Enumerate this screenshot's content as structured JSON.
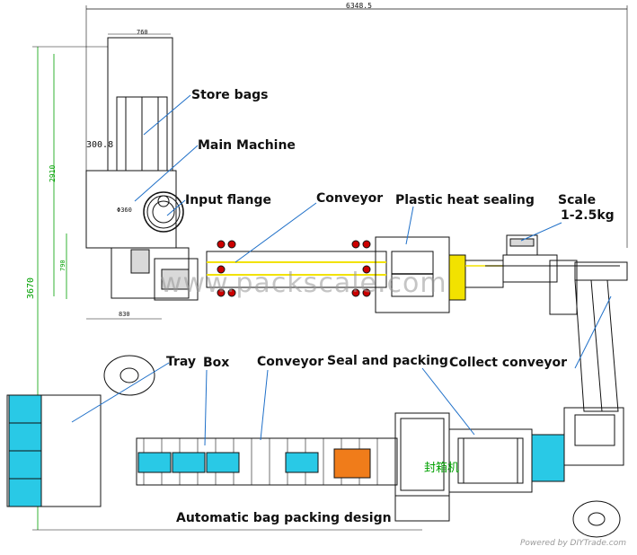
{
  "title": "Automatic bag packing design",
  "colors": {
    "line": "#111111",
    "dimension_line": "#00a000",
    "leader_line": "#1e6fc8",
    "conveyor_segment": "#29c9e6",
    "box_accent": "#f07c1a",
    "accent_yellow": "#f2e200",
    "accent_red": "#cc0000",
    "gray_fill": "#d9d9d9"
  },
  "labels": {
    "store_bags": "Store bags",
    "main_machine": "Main Machine",
    "input_flange": "Input flange",
    "conveyor_top": "Conveyor",
    "plastic_heat_sealing": "Plastic heat sealing",
    "scale": "Scale",
    "scale_range": "1-2.5kg",
    "tray": "Tray",
    "box": "Box",
    "conveyor_bottom": "Conveyor",
    "seal_and_packing": "Seal and packing",
    "collect_conveyor": "Collect conveyor",
    "design_title": "Automatic bag packing design"
  },
  "dimensions": {
    "overall_width": "6348.5",
    "top_width": "760",
    "side_offset": "300.8",
    "flange_diameter": "Φ360",
    "height_2910": "2910",
    "height_3670": "3670",
    "height_790": "790",
    "base_830": "830"
  },
  "machine_text": "封箱机",
  "watermark": "www.packscale.com",
  "footer_note": "Powered by DIYTrade.com"
}
